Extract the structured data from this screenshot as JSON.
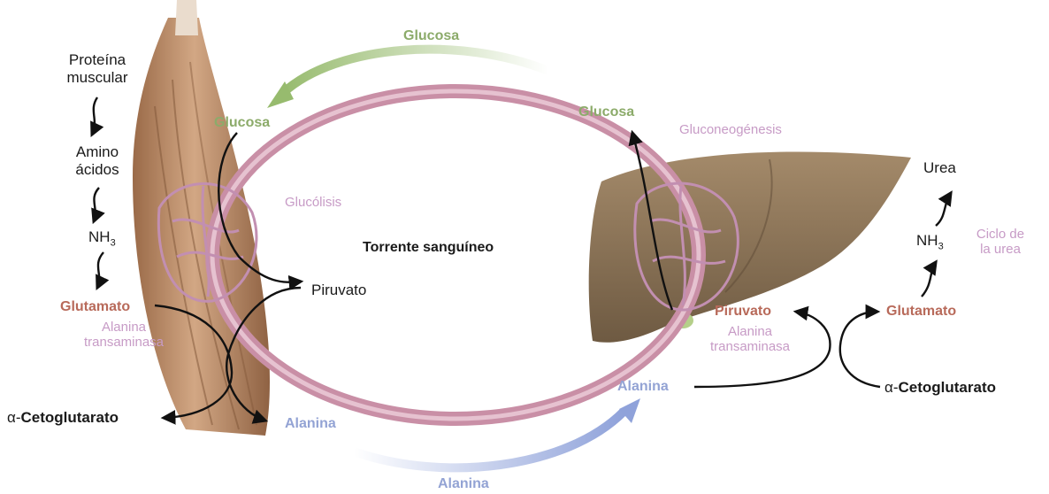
{
  "muscle": {
    "protein_line1": "Proteína",
    "protein_line2": "muscular",
    "amino_line1": "Amino",
    "amino_line2": "ácidos",
    "nh3_base": "NH",
    "nh3_sub": "3",
    "glutamate": "Glutamato",
    "enzyme_line1": "Alanina",
    "enzyme_line2": "transaminasa",
    "alpha_prefix": "α-",
    "alpha_name": "Cetoglutarato",
    "glucose": "Glucosa",
    "glycolysis": "Glucólisis",
    "pyruvate": "Piruvato",
    "alanine": "Alanina"
  },
  "blood": {
    "label": "Torrente sanguíneo",
    "glucose_top": "Glucosa",
    "alanine_bottom": "Alanina"
  },
  "liver": {
    "glucose": "Glucosa",
    "gluconeogenesis": "Gluconeogénesis",
    "urea": "Urea",
    "nh3_base": "NH",
    "nh3_sub": "3",
    "urea_cycle_line1": "Ciclo de",
    "urea_cycle_line2": "la urea",
    "pyruvate": "Piruvato",
    "glutamate": "Glutamato",
    "enzyme_line1": "Alanina",
    "enzyme_line2": "transaminasa",
    "alanine": "Alanina",
    "alpha_prefix": "α-",
    "alpha_name": "Cetoglutarato"
  },
  "colors": {
    "glucose_green": "#8cab6a",
    "pathway_pink": "#c79bc6",
    "amino_brown": "#b86a5a",
    "alanine_blue": "#93a3d4",
    "vessel": "#c98fa6",
    "muscle": "#b58563",
    "liver": "#8d7356"
  }
}
